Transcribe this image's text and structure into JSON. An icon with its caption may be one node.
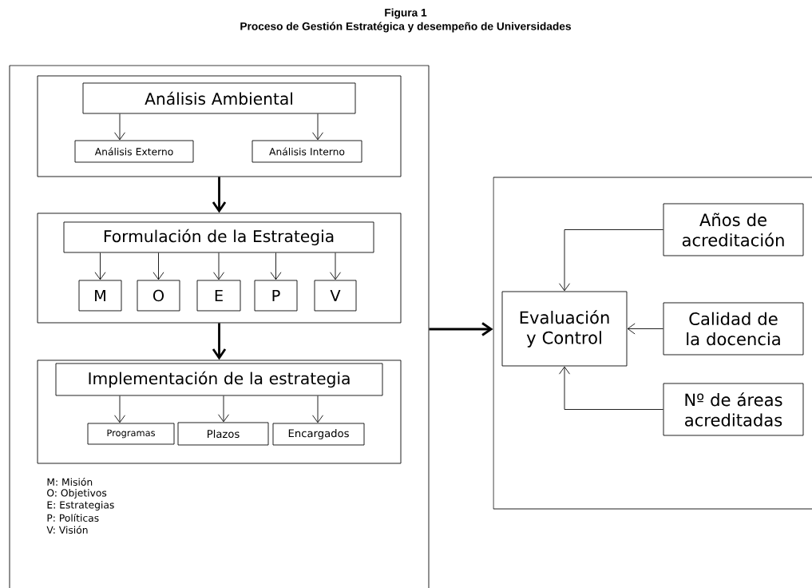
{
  "diagram": {
    "title": "Figura 1",
    "caption": "Proceso de Gestión Estratégica y desempeño de Universidades",
    "nodes": [
      {
        "text": [],
        "shape": "box"
      },
      {
        "text": [],
        "shape": "box",
        "in": 0
      },
      {
        "text": [
          "Análisis Ambiental"
        ],
        "in": 1
      },
      {
        "text": [
          "Análisis Externo"
        ],
        "in": 1
      },
      {
        "text": [
          "Análisis Interno"
        ],
        "in": 1
      },
      {
        "text": [],
        "shape": "box",
        "in": 0
      },
      {
        "text": [
          "Formulación de la Estrategia"
        ],
        "in": 5
      },
      {
        "text": [
          "M"
        ],
        "in": 5
      },
      {
        "text": [
          "O"
        ],
        "in": 5
      },
      {
        "text": [
          "E"
        ],
        "in": 5
      },
      {
        "text": [
          "P"
        ],
        "in": 5
      },
      {
        "text": [
          "V"
        ],
        "in": 5
      },
      {
        "text": [],
        "shape": "box",
        "in": 0
      },
      {
        "text": [
          "Implementación de la estrategia"
        ],
        "in": 12
      },
      {
        "text": [
          "Programas"
        ],
        "in": 12
      },
      {
        "text": [
          "Plazos"
        ],
        "in": 12
      },
      {
        "text": [
          "Encargados"
        ],
        "in": 12
      },
      {
        "text": [],
        "shape": "box"
      },
      {
        "text": [
          "Evaluación y Control"
        ],
        "in": 17
      },
      {
        "text": [
          "Años de acreditación"
        ],
        "in": 17
      },
      {
        "text": [
          "Calidad de la docencia"
        ],
        "in": 17
      },
      {
        "text": [
          "Nº de áreas acreditadas"
        ],
        "in": 17
      }
    ],
    "edges": [
      {
        "from": 2,
        "to": 3,
        "arrow": "to"
      },
      {
        "from": 2,
        "to": 4,
        "arrow": "to"
      },
      {
        "from": 1,
        "to": 5,
        "arrow": "to",
        "style": "thick"
      },
      {
        "from": 6,
        "to": 7,
        "arrow": "to"
      },
      {
        "from": 6,
        "to": 8,
        "arrow": "to"
      },
      {
        "from": 6,
        "to": 9,
        "arrow": "to"
      },
      {
        "from": 6,
        "to": 10,
        "arrow": "to"
      },
      {
        "from": 6,
        "to": 11,
        "arrow": "to"
      },
      {
        "from": 5,
        "to": 12,
        "arrow": "to",
        "style": "thick"
      },
      {
        "from": 13,
        "to": 14,
        "arrow": "to"
      },
      {
        "from": 13,
        "to": 15,
        "arrow": "to"
      },
      {
        "from": 13,
        "to": 16,
        "arrow": "to"
      },
      {
        "from": 0,
        "to": 17,
        "arrow": "to",
        "style": "thick"
      },
      {
        "from": 19,
        "to": 18,
        "arrow": "to"
      },
      {
        "from": 20,
        "to": 18,
        "arrow": "to"
      },
      {
        "from": 21,
        "to": 18,
        "arrow": "to"
      }
    ],
    "labels": [
      "M: Misión",
      "O: Objetivos",
      "E: Estrategias",
      "P: Políticas",
      "V: Visión"
    ]
  }
}
